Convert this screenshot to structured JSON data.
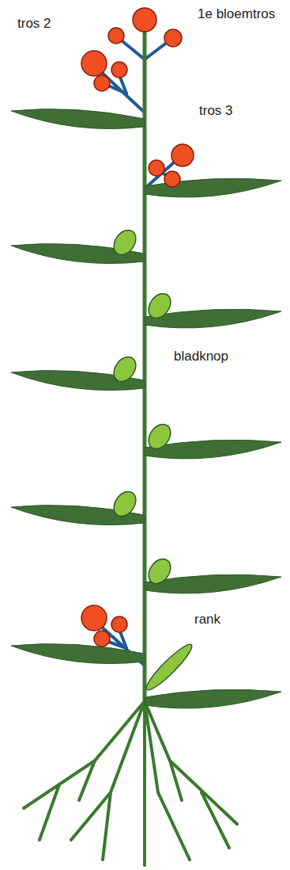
{
  "diagram": {
    "labels": [
      "1e bloemtros",
      "tros 2",
      "tros 3",
      "bladknop",
      "rank"
    ]
  }
}
